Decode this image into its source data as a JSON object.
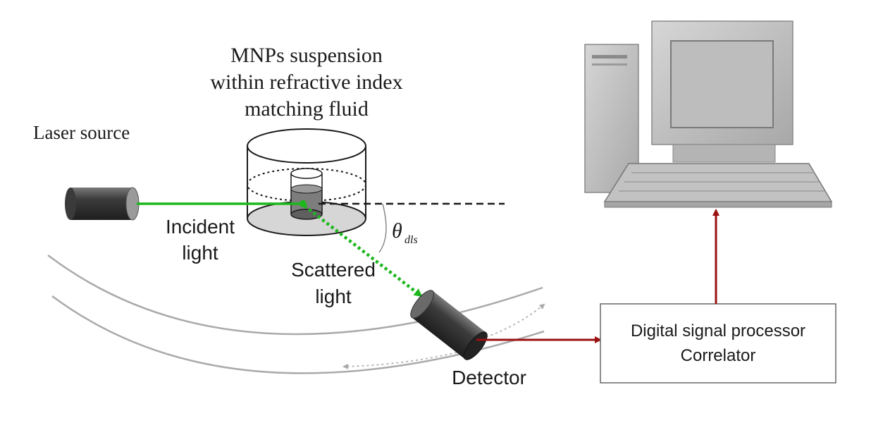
{
  "labels": {
    "sample_line1": "MNPs suspension",
    "sample_line2": "within refractive index",
    "sample_line3": "matching fluid",
    "laser_source": "Laser source",
    "incident_line1": "Incident",
    "incident_line2": "light",
    "scattered_line1": "Scattered",
    "scattered_line2": "light",
    "theta_symbol": "θ",
    "theta_subscript": "dls",
    "detector": "Detector",
    "dsp_line1": "Digital signal processor",
    "dsp_line2": "Correlator"
  },
  "icons": {
    "laser": "cylinder-laser-icon",
    "detector": "cylinder-detector-icon",
    "computer": "desktop-computer-icon"
  },
  "colors": {
    "laser_beam": "#1db71d",
    "signal_arrow": "#9b1111",
    "device_body": "#444444",
    "computer_body": "#c8c8c8"
  }
}
